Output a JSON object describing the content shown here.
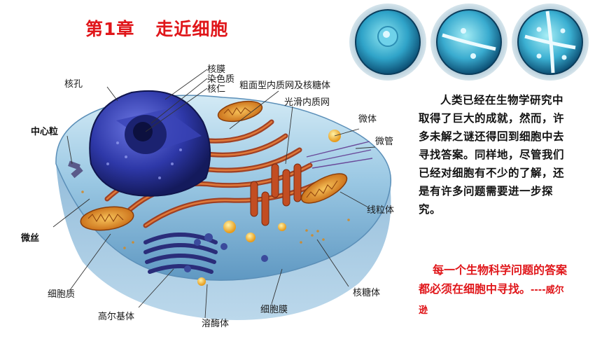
{
  "title": {
    "chapter": "第1章",
    "name": "走近细胞"
  },
  "labels": {
    "nuclear_envelope": "核膜",
    "chromatin": "染色质",
    "nucleolus": "核仁",
    "nuclear_pore": "核孔",
    "rough_er": "粗面型内质网及核糖体",
    "smooth_er": "光滑内质网",
    "microbody": "微体",
    "centriole": "中心粒",
    "microtubule": "微管",
    "mitochondrion": "线粒体",
    "microfilament": "微丝",
    "cytoplasm": "细胞质",
    "golgi": "高尔基体",
    "lysosome": "溶酶体",
    "cell_membrane": "细胞膜",
    "ribosome": "核糖体"
  },
  "paragraph": "人类已经在生物学研究中取得了巨大的成就，然而，许多未解之谜还得回到细胞中去寻找答案。同样地，尽管我们已经对细胞有不少的了解，还是有许多问题需要进一步探究。",
  "quote": {
    "text": "每一个生物科学问题的答案都必须在细胞中寻找。",
    "author": "----威尔逊"
  },
  "colors": {
    "title": "#e0161a",
    "quote": "#e0161a",
    "text": "#111111"
  }
}
